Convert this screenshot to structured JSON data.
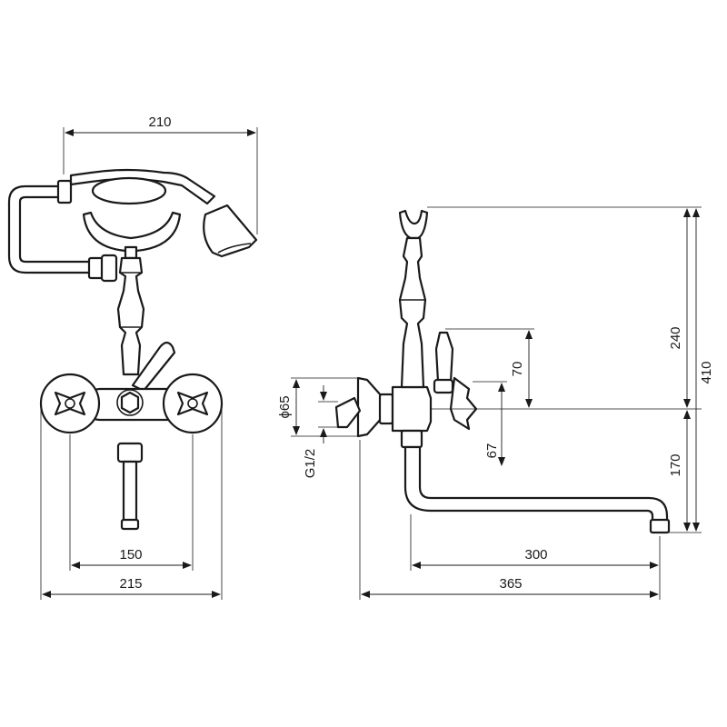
{
  "colors": {
    "line": "#1a1a1a",
    "background": "#ffffff"
  },
  "front_view": {
    "dim_overall_width": "210",
    "dim_valve_spacing": "150",
    "dim_body_width": "215"
  },
  "side_view": {
    "dim_flange_diameter": "ϕ65",
    "dim_thread": "G1/2",
    "dim_handle_height": "70",
    "dim_handle_offset": "67",
    "dim_upper_height": "240",
    "dim_total_height": "410",
    "dim_spout_height": "170",
    "dim_spout_reach": "300",
    "dim_total_depth": "365"
  }
}
